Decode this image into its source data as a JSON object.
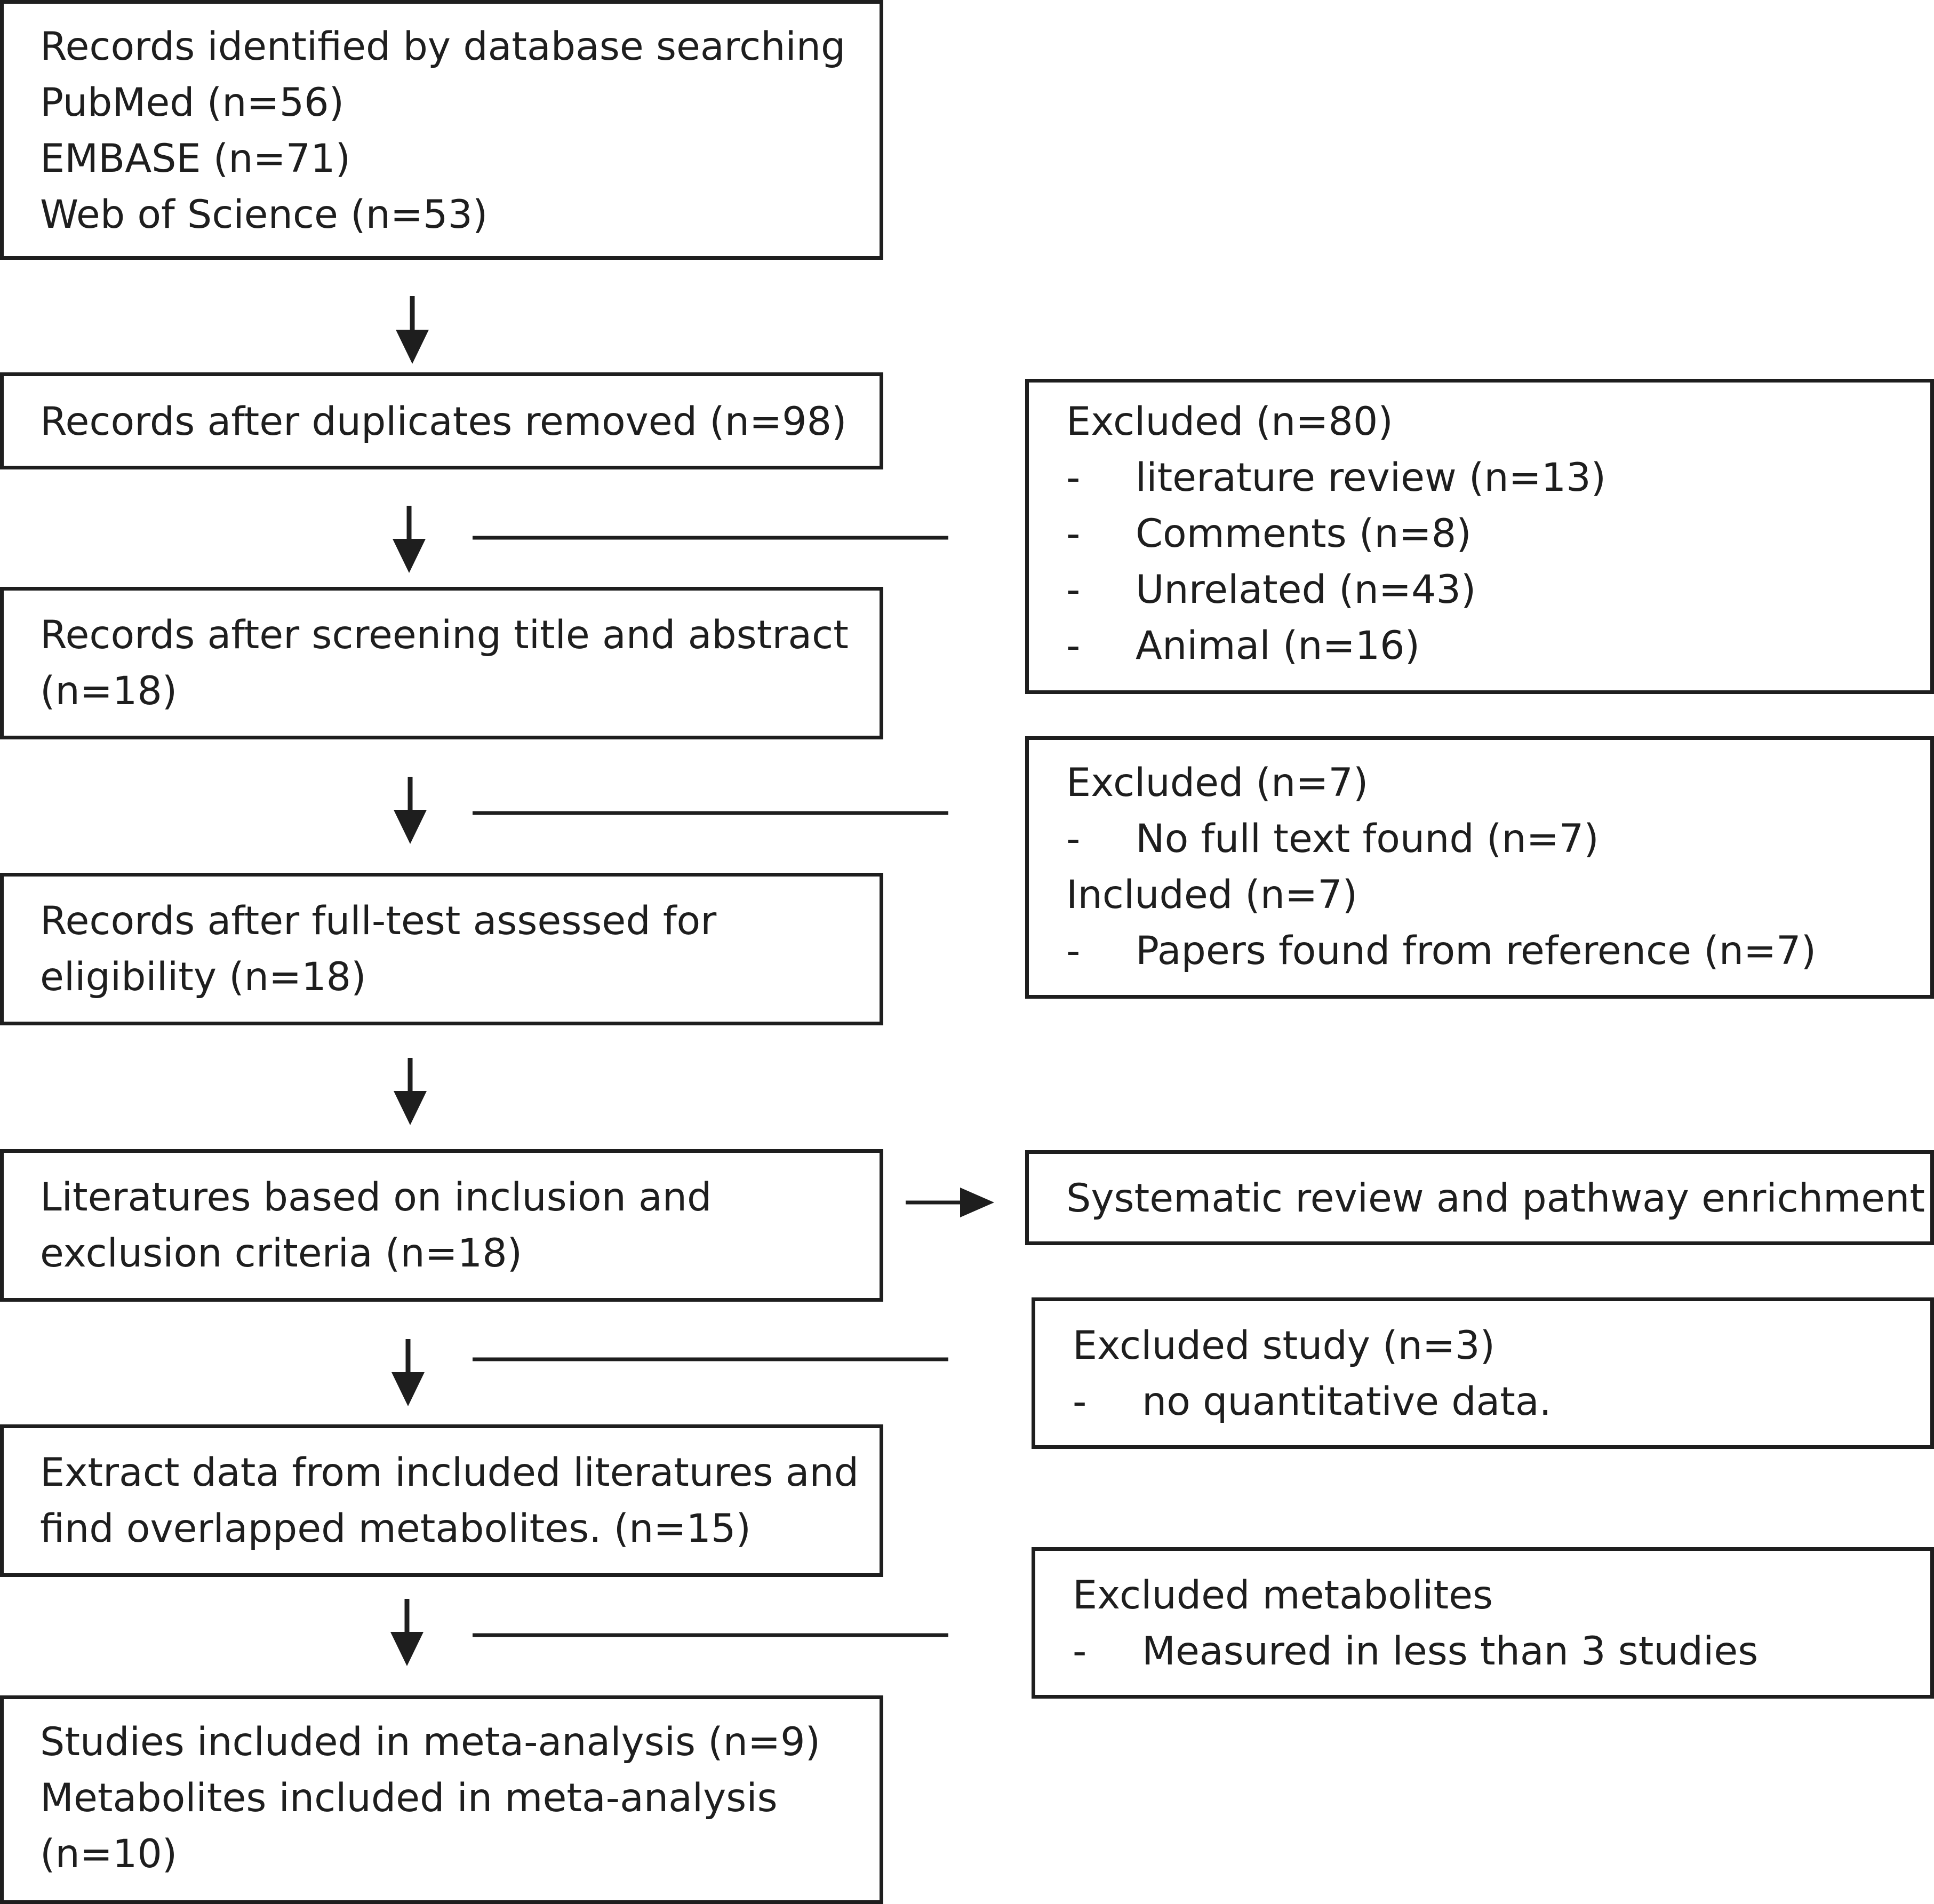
{
  "main_flow": {
    "identified": {
      "lines": [
        "Records identified by database searching",
        "PubMed (n=56)",
        "EMBASE (n=71)",
        "Web of Science (n=53)"
      ]
    },
    "duplicates_removed": {
      "lines": [
        "Records after duplicates removed (n=98)"
      ]
    },
    "screening": {
      "lines": [
        "Records after screening title and abstract",
        "(n=18)"
      ]
    },
    "full_text": {
      "lines": [
        "Records after full-test assessed for",
        "eligibility (n=18)"
      ]
    },
    "criteria": {
      "lines": [
        "Literatures based on inclusion and",
        "exclusion criteria (n=18)"
      ]
    },
    "extract": {
      "lines": [
        "Extract data from included literatures and",
        "find overlapped metabolites. (n=15)"
      ]
    },
    "meta_analysis": {
      "lines": [
        "Studies included in meta-analysis (n=9)",
        "Metabolites included in meta-analysis",
        "(n=10)"
      ]
    }
  },
  "side_boxes": {
    "excluded_screening": {
      "heading": "Excluded (n=80)",
      "items": [
        "literature review (n=13)",
        "Comments (n=8)",
        "Unrelated (n=43)",
        "Animal (n=16)"
      ]
    },
    "excluded_full_text": {
      "heading": "Excluded (n=7)",
      "items": [
        "No full text found (n=7)"
      ],
      "heading2": "Included (n=7)",
      "items2": [
        "Papers found from reference (n=7)"
      ]
    },
    "systematic_review": {
      "label": "Systematic review and pathway enrichment"
    },
    "excluded_study": {
      "heading": "Excluded study (n=3)",
      "items": [
        "no quantitative data."
      ]
    },
    "excluded_metabolites": {
      "heading": "Excluded metabolites",
      "items": [
        "Measured in less than 3 studies"
      ]
    }
  },
  "bullet": "-"
}
